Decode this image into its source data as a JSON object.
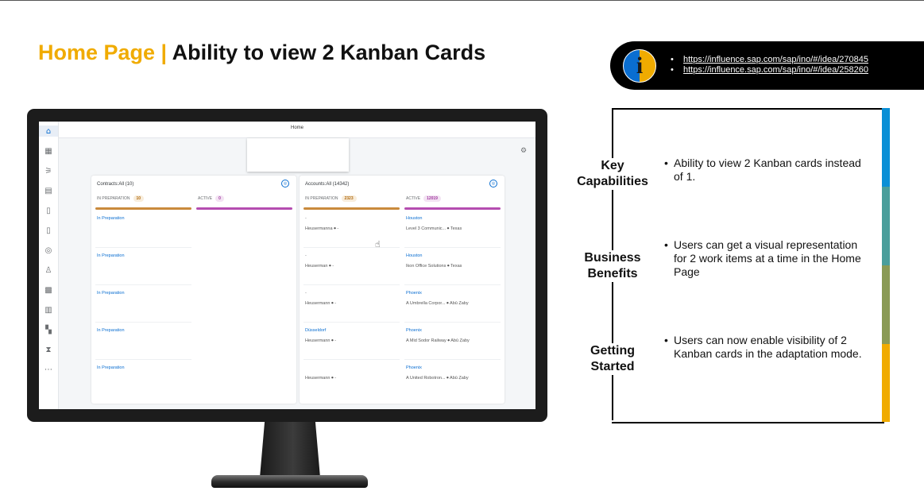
{
  "slide": {
    "title_accent": "Home Page |",
    "title_main": "Ability to view 2 Kanban Cards"
  },
  "info": {
    "icon": "info-icon",
    "links": [
      "https://influence.sap.com/sap/ino/#/idea/270845",
      "https://influence.sap.com/sap/ino/#/idea/258260"
    ]
  },
  "app": {
    "header_title": "Home",
    "sidebar_icons": [
      "home-icon",
      "calendar-icon",
      "feed-icon",
      "register-icon",
      "document-icon",
      "document-icon",
      "search-doc-icon",
      "user-icon",
      "grid-icon",
      "clipboard-icon",
      "qr-icon",
      "hourglass-icon",
      "more-icon"
    ],
    "cards": [
      {
        "title": "Contracts:All (10)",
        "columns": [
          {
            "label": "IN PREPARATION",
            "count": "10"
          },
          {
            "label": "ACTIVE",
            "count": "0"
          }
        ],
        "items_prep": [
          {
            "l1": "In Preparation",
            "l2": ""
          },
          {
            "l1": "In Preparation",
            "l2": ""
          },
          {
            "l1": "In Preparation",
            "l2": ""
          },
          {
            "l1": "In Preparation",
            "l2": ""
          },
          {
            "l1": "In Preparation",
            "l2": ""
          }
        ]
      },
      {
        "title": "Accounts:All (14342)",
        "columns": [
          {
            "label": "IN PREPARATION",
            "count": "2323"
          },
          {
            "label": "ACTIVE",
            "count": "12019"
          }
        ],
        "items_prep": [
          {
            "l1": "-",
            "l2": "Heusermanna ⦁ -"
          },
          {
            "l1": "-",
            "l2": "Heuserman ⦁ -"
          },
          {
            "l1": "-",
            "l2": "Heusermann ⦁ -"
          },
          {
            "l1": "Düsseldorf",
            "l2": "Heusermann ⦁ -"
          },
          {
            "l1": "",
            "l2": "Heusermann ⦁ -"
          }
        ],
        "items_active": [
          {
            "l1": "Houston",
            "l2": "Level 3 Communic... ⦁ Texas"
          },
          {
            "l1": "Houston",
            "l2": "Ikon Office Solutions ⦁ Texas"
          },
          {
            "l1": "Phoenix",
            "l2": "A Umbrella Corpor... ⦁ Abū Ẓaby"
          },
          {
            "l1": "Phoenix",
            "l2": "A Mid Sodor Railway ⦁ Abū Ẓaby"
          },
          {
            "l1": "Phoenix",
            "l2": "A United Robotron... ⦁ Abū Ẓaby"
          }
        ]
      }
    ]
  },
  "sections": [
    {
      "label": "Key Capabilities",
      "text": "Ability to view 2 Kanban cards instead of 1."
    },
    {
      "label": "Business Benefits",
      "text": "Users can get a visual representation for 2 work items at a time in the Home Page"
    },
    {
      "label": "Getting Started",
      "text": "Users can now enable visibility of 2 Kanban cards in the adaptation mode."
    }
  ],
  "colors": {
    "accent": "#f0ab00",
    "strip": [
      "#0a8fd6",
      "#4a9e9b",
      "#8a9a55",
      "#f0ab00"
    ]
  }
}
